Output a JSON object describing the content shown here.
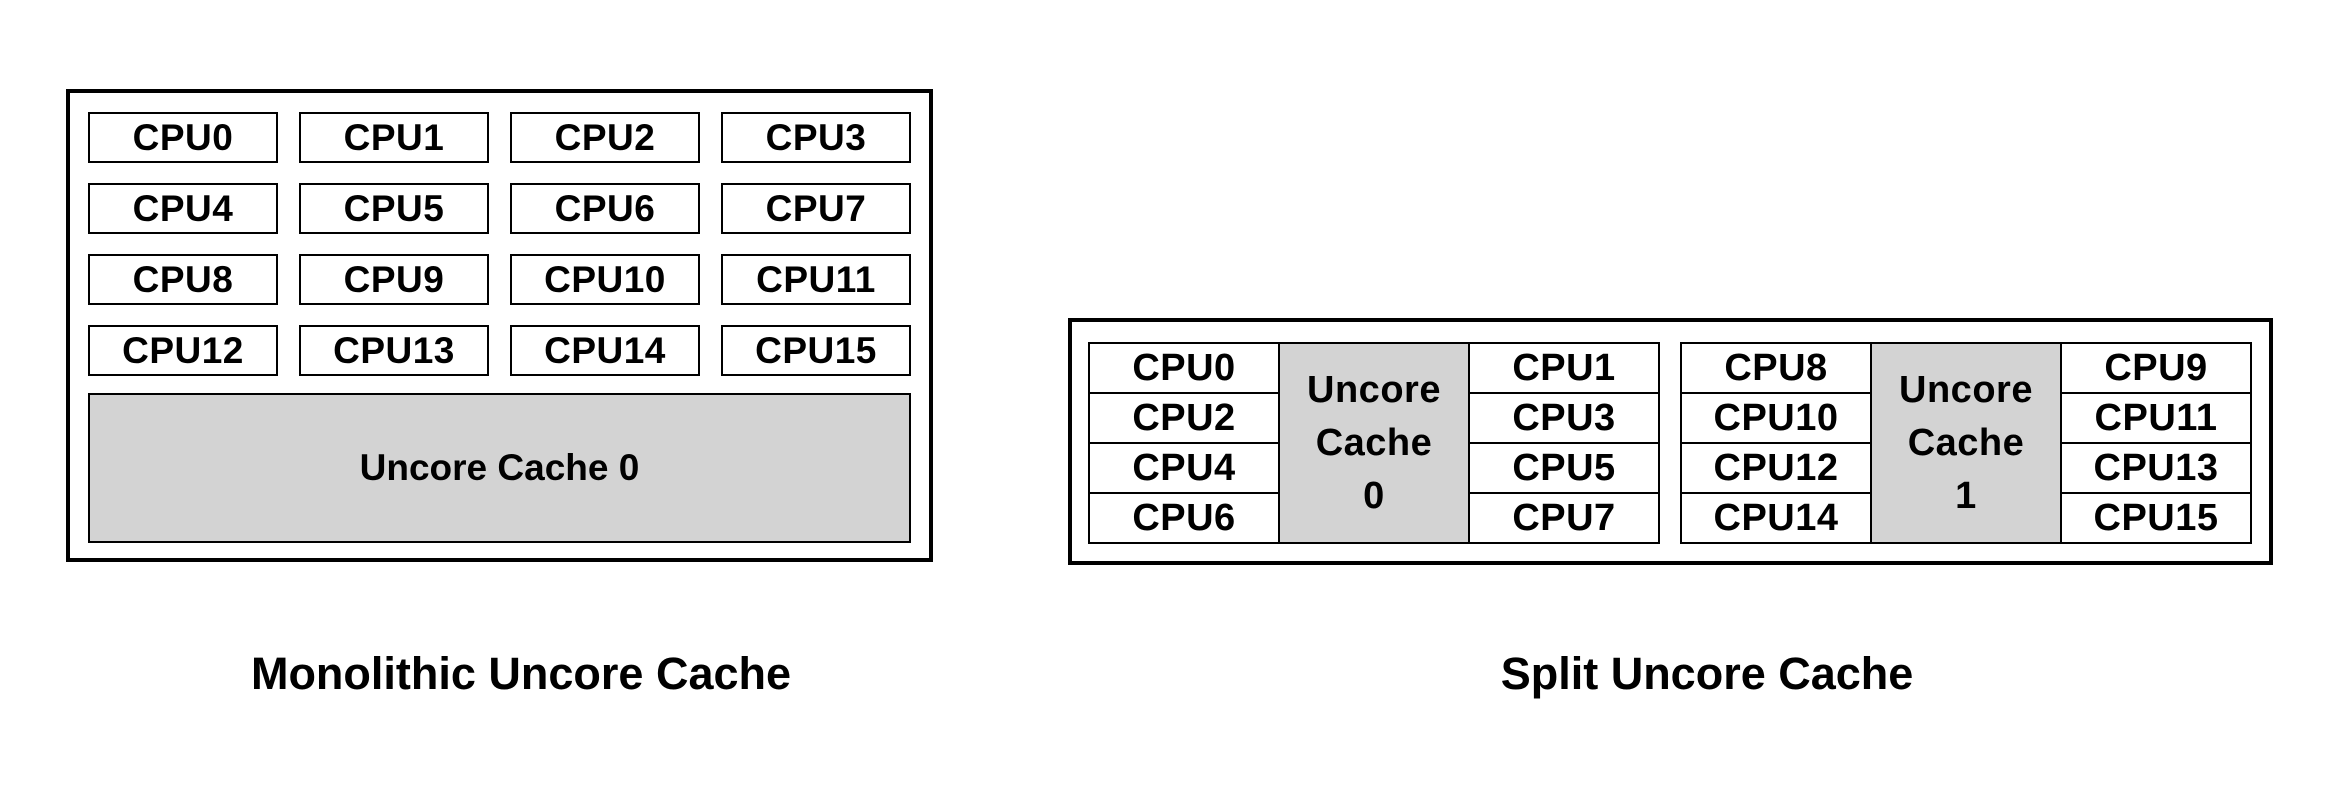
{
  "monolithic": {
    "caption": "Monolithic Uncore Cache",
    "cpus": [
      "CPU0",
      "CPU1",
      "CPU2",
      "CPU3",
      "CPU4",
      "CPU5",
      "CPU6",
      "CPU7",
      "CPU8",
      "CPU9",
      "CPU10",
      "CPU11",
      "CPU12",
      "CPU13",
      "CPU14",
      "CPU15"
    ],
    "cache_label": "Uncore Cache 0"
  },
  "split": {
    "caption": "Split Uncore Cache",
    "groups": [
      {
        "left_cpus": [
          "CPU0",
          "CPU2",
          "CPU4",
          "CPU6"
        ],
        "cache_lines": [
          "Uncore",
          "Cache",
          "0"
        ],
        "right_cpus": [
          "CPU1",
          "CPU3",
          "CPU5",
          "CPU7"
        ]
      },
      {
        "left_cpus": [
          "CPU8",
          "CPU10",
          "CPU12",
          "CPU14"
        ],
        "cache_lines": [
          "Uncore",
          "Cache",
          "1"
        ],
        "right_cpus": [
          "CPU9",
          "CPU11",
          "CPU13",
          "CPU15"
        ]
      }
    ]
  },
  "colors": {
    "background": "#ffffff",
    "border": "#000000",
    "text": "#000000",
    "cache_fill": "#d3d3d3"
  }
}
